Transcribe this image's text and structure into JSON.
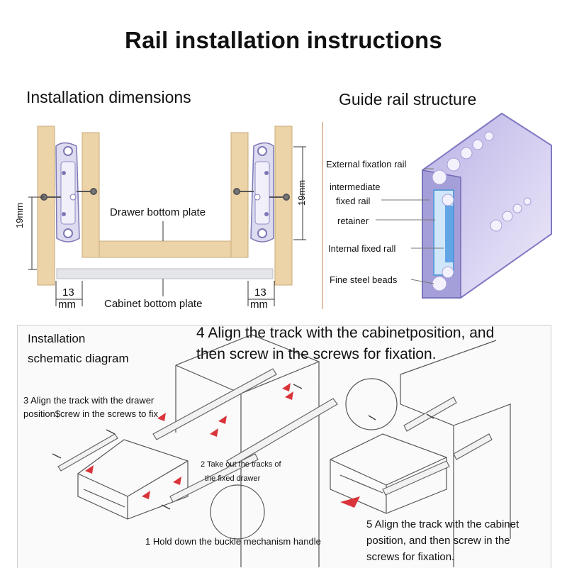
{
  "title": "Rail installation instructions",
  "dimensions_section": {
    "heading": "Installation dimensions",
    "drawer_bottom_plate": "Drawer bottom plate",
    "cabinet_bottom_plate": "Cabinet bottom plate",
    "left_height": "19mm",
    "right_height": "19mm",
    "left_gap_value": "13",
    "left_gap_unit": "mm",
    "right_gap_value": "13",
    "right_gap_unit": "mm"
  },
  "structure_section": {
    "heading": "Guide rail structure",
    "labels": [
      "External fixatlon rail",
      "intermediate",
      "fixed rail",
      "retainer",
      "Internal fixed rall",
      "Fine steel beads"
    ]
  },
  "schematic_section": {
    "heading_line1": "Installation",
    "heading_line2": "schematic diagram",
    "step4_line1": "4 Align the track with the cabinetposition, and",
    "step4_line2": "then screw in the screws for fixation.",
    "step3_line1": "3 Align the track with the drawer",
    "step3_line2": "position$crew in the screws to fix",
    "step2_line1": "2  Take out the tracks of",
    "step2_line2": "the fixed drawer",
    "step1": "1 Hold down the buckle mechanism handle",
    "step5_line1": "5 Align the track with the cabinet",
    "step5_line2": "position, and then screw in the",
    "step5_line3": "screws for fixation."
  },
  "colors": {
    "wood": "#ecd3a8",
    "wood_edge": "#c9ab78",
    "rail_purple": "#8a82c4",
    "arrow_red": "#d9343a"
  }
}
